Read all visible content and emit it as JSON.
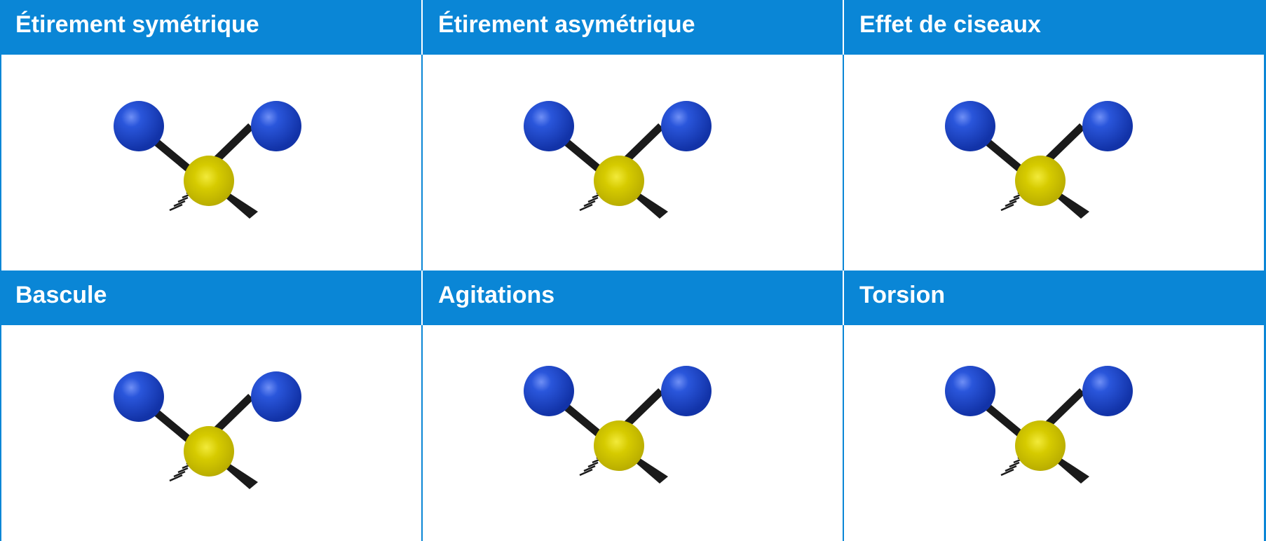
{
  "modes": [
    {
      "label": "Étirement symétrique",
      "icon": "molecule-symmetric-stretch"
    },
    {
      "label": "Étirement asymétrique",
      "icon": "molecule-asymmetric-stretch"
    },
    {
      "label": "Effet de ciseaux",
      "icon": "molecule-scissoring"
    },
    {
      "label": "Bascule",
      "icon": "molecule-rocking"
    },
    {
      "label": "Agitations",
      "icon": "molecule-wagging"
    },
    {
      "label": "Torsion",
      "icon": "molecule-twisting"
    }
  ],
  "colors": {
    "header_bg": "#0a86d6",
    "header_text": "#ffffff",
    "outer_atom": "#1a3fc4",
    "central_atom": "#cfc200",
    "bond": "#1a1a1a"
  }
}
